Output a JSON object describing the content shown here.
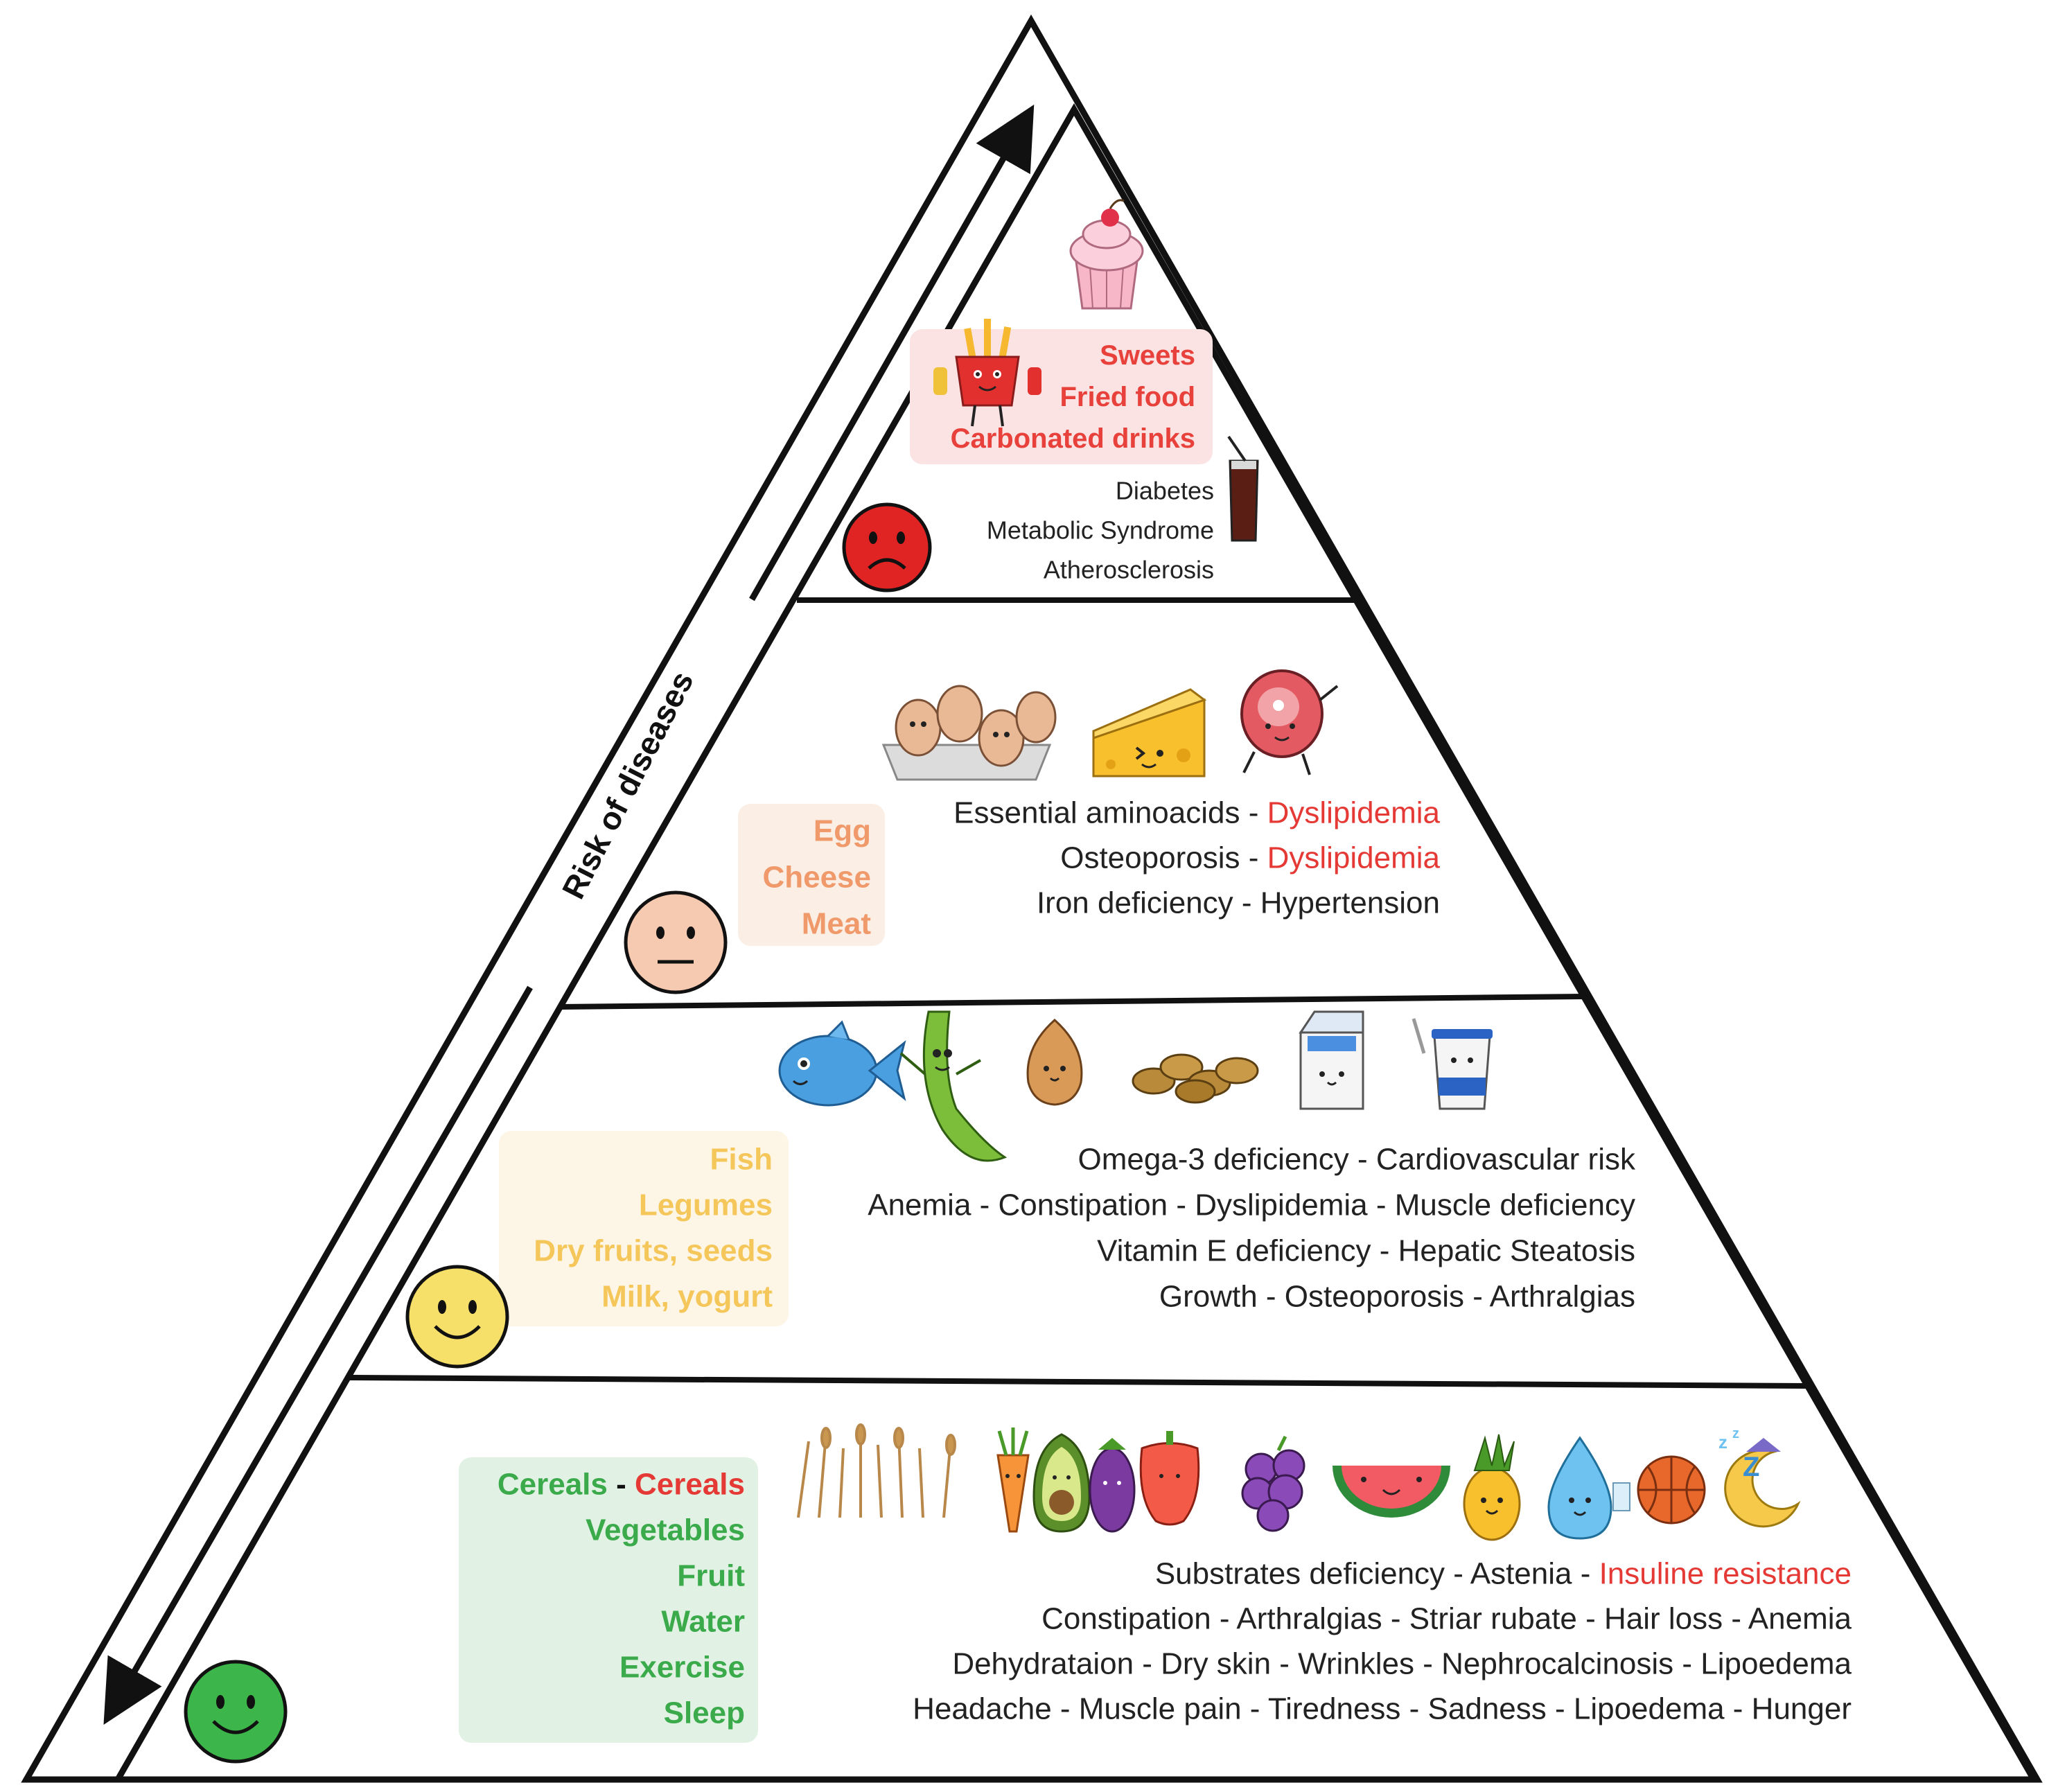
{
  "axis": {
    "label": "Risk of diseases"
  },
  "colors": {
    "outline": "#111111",
    "tier1": "#e8413c",
    "tier2": "#f0996a",
    "tier3": "#f5c75a",
    "tier4": "#3aaa4b",
    "tier1_box": "#fbe3e3",
    "tier2_box": "#fbeee5",
    "tier3_box": "#fdf6e6",
    "tier4_box": "#e1f2e4",
    "disease_text": "#222222",
    "highlight": "#e53935",
    "sad_face": "#e02424",
    "neutral_face": "#f6c9b1",
    "smile_face": "#f7e06a",
    "happy_face": "#3cb54a"
  },
  "tiers": [
    {
      "id": "top",
      "face": "sad-face-icon",
      "foods": [
        "Sweets",
        "Fried food",
        "Carbonated drinks"
      ],
      "food_icons": [
        "cupcake-icon",
        "fries-icon",
        "soda-glass-icon"
      ],
      "diseases": [
        {
          "parts": [
            {
              "t": "Diabetes",
              "hl": false
            }
          ]
        },
        {
          "parts": [
            {
              "t": "Metabolic Syndrome",
              "hl": false
            }
          ]
        },
        {
          "parts": [
            {
              "t": "Atherosclerosis",
              "hl": false
            }
          ]
        }
      ]
    },
    {
      "id": "upper-middle",
      "face": "neutral-face-icon",
      "foods": [
        "Egg",
        "Cheese",
        "Meat"
      ],
      "food_icons": [
        "eggs-icon",
        "cheese-icon",
        "meat-icon"
      ],
      "diseases": [
        {
          "parts": [
            {
              "t": "Essential aminoacids - ",
              "hl": false
            },
            {
              "t": "Dyslipidemia",
              "hl": true
            }
          ]
        },
        {
          "parts": [
            {
              "t": "Osteoporosis - ",
              "hl": false
            },
            {
              "t": "Dyslipidemia",
              "hl": true
            }
          ]
        },
        {
          "parts": [
            {
              "t": "Iron deficiency - Hypertension",
              "hl": false
            }
          ]
        }
      ]
    },
    {
      "id": "lower-middle",
      "face": "smile-face-icon",
      "foods": [
        "Fish",
        "Legumes",
        "Dry fruits, seeds",
        "Milk, yogurt"
      ],
      "food_icons": [
        "fish-icon",
        "pea-pod-icon",
        "almond-icon",
        "seeds-icon",
        "milk-carton-icon",
        "yogurt-icon"
      ],
      "diseases": [
        {
          "parts": [
            {
              "t": "Omega-3 deficiency - Cardiovascular risk",
              "hl": false
            }
          ]
        },
        {
          "parts": [
            {
              "t": "Anemia - Constipation - Dyslipidemia - Muscle deficiency",
              "hl": false
            }
          ]
        },
        {
          "parts": [
            {
              "t": "Vitamin E deficiency - Hepatic Steatosis",
              "hl": false
            }
          ]
        },
        {
          "parts": [
            {
              "t": "Growth - Osteoporosis - Arthralgias",
              "hl": false
            }
          ]
        }
      ]
    },
    {
      "id": "base",
      "face": "happy-face-icon",
      "first_food": {
        "a": "Cereals",
        "sep": " - ",
        "b": "Cereals"
      },
      "foods": [
        "Vegetables",
        "Fruit",
        "Water",
        "Exercise",
        "Sleep"
      ],
      "food_icons": [
        "wheat-icon",
        "carrot-icon",
        "avocado-icon",
        "eggplant-icon",
        "pepper-icon",
        "grapes-icon",
        "watermelon-icon",
        "pineapple-icon",
        "water-drop-icon",
        "basketball-icon",
        "moon-sleep-icon"
      ],
      "diseases": [
        {
          "parts": [
            {
              "t": "Substrates deficiency - Astenia - ",
              "hl": false
            },
            {
              "t": "Insuline resistance",
              "hl": true
            }
          ]
        },
        {
          "parts": [
            {
              "t": "Constipation - Arthralgias - Striar rubate - Hair loss - Anemia",
              "hl": false
            }
          ]
        },
        {
          "parts": [
            {
              "t": "Dehydrataion - Dry skin - Wrinkles - Nephrocalcinosis - Lipoedema",
              "hl": false
            }
          ]
        },
        {
          "parts": [
            {
              "t": "Headache - Muscle pain - Tiredness - Sadness - Lipoedema - Hunger",
              "hl": false
            }
          ]
        }
      ]
    }
  ]
}
